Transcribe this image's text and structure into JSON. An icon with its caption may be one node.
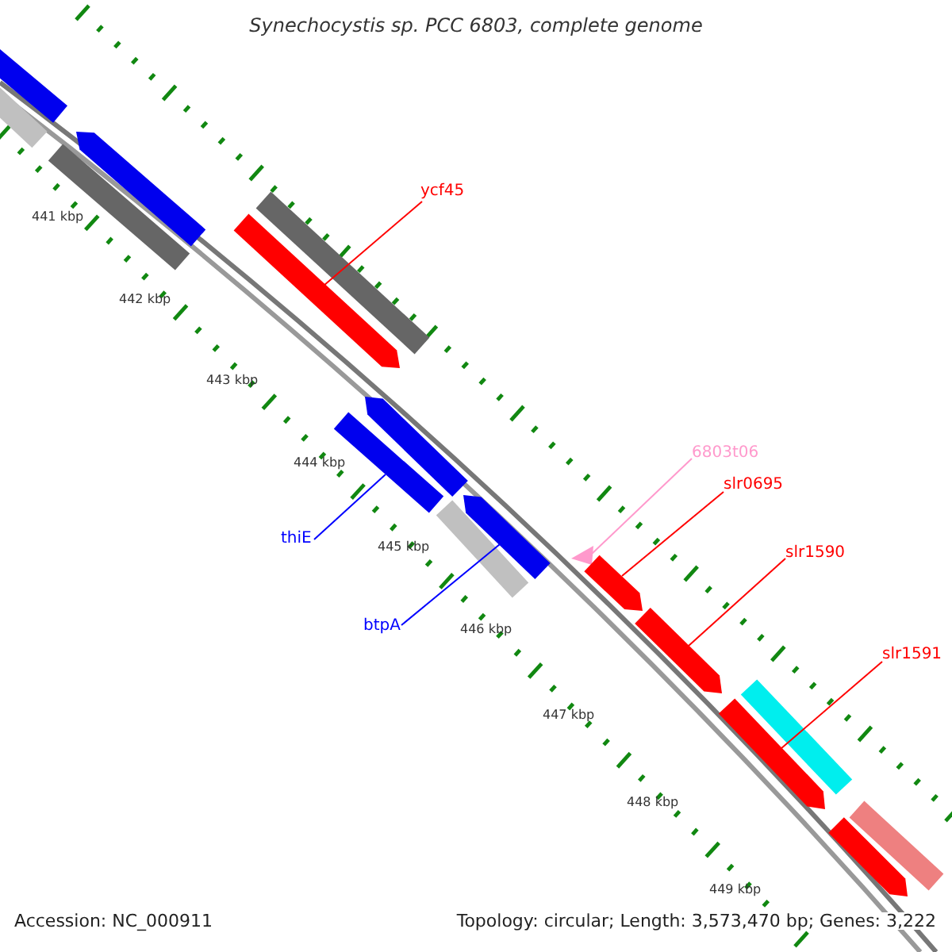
{
  "diagram": {
    "title": "Synechocystis sp. PCC 6803, complete genome",
    "nodes": [
      {
        "text": [],
        "shape": "bar"
      },
      {
        "text": [],
        "shape": "bar"
      },
      {
        "text": [],
        "shape": "bar"
      },
      {
        "text": [],
        "shape": "bar"
      },
      {
        "text": [],
        "shape": "bar"
      },
      {
        "text": [],
        "shape": "bar"
      },
      {
        "text": [],
        "shape": "bar"
      },
      {
        "text": [],
        "shape": "bar"
      },
      {
        "text": [],
        "shape": "bar"
      },
      {
        "text": [],
        "shape": "bar"
      },
      {
        "text": [],
        "shape": "triangle"
      },
      {
        "text": [],
        "shape": "bar"
      },
      {
        "text": [],
        "shape": "bar"
      },
      {
        "text": [],
        "shape": "bar"
      },
      {
        "text": [],
        "shape": "bar"
      },
      {
        "text": [],
        "shape": "bar"
      },
      {
        "text": [],
        "shape": "bar"
      },
      {
        "text": [
          "ycf45"
        ]
      },
      {
        "text": [
          "6803t06"
        ]
      },
      {
        "text": [
          "slr0695"
        ]
      },
      {
        "text": [
          "slr1590"
        ]
      },
      {
        "text": [
          "slr1591"
        ]
      },
      {
        "text": [
          "thiE"
        ]
      },
      {
        "text": [
          "btpA"
        ]
      }
    ],
    "edges": [
      {
        "from": 17,
        "to": 5,
        "arrow": "none"
      },
      {
        "from": 18,
        "to": 10,
        "arrow": "none",
        "color": "#ff99cc"
      },
      {
        "from": 19,
        "to": 11,
        "arrow": "none"
      },
      {
        "from": 20,
        "to": 12,
        "arrow": "none"
      },
      {
        "from": 21,
        "to": 14,
        "arrow": "none"
      },
      {
        "from": 22,
        "to": 7,
        "arrow": "none",
        "color": "#0000ff"
      },
      {
        "from": 23,
        "to": 8,
        "arrow": "none",
        "color": "#0000ff"
      }
    ],
    "labels": [
      "441 kbp",
      "442 kbp",
      "443 kbp",
      "444 kbp",
      "445 kbp",
      "446 kbp",
      "447 kbp",
      "448 kbp",
      "449 kbp",
      "Accession: NC_000911",
      "Topology: circular; Length: 3,573,470 bp; Genes: 3,222"
    ]
  }
}
